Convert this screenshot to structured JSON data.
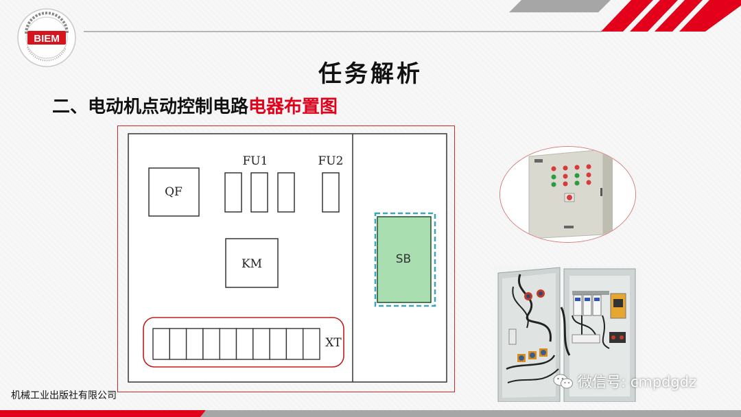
{
  "slide": {
    "title": "任务解析",
    "subtitle_main": "二、电动机点动控制电路",
    "subtitle_highlight": "电器布置图"
  },
  "logo": {
    "text": "BIEM",
    "ring_text": "北京经济管理职业学院",
    "ring_text_en": "BEIJING INSTITUTE OF ECONOMICS AND MANAGEMENT"
  },
  "diagram": {
    "labels": {
      "qf": "QF",
      "fu1": "FU1",
      "fu2": "FU2",
      "km": "KM",
      "sb": "SB",
      "xt": "XT"
    },
    "terminal_count": 10
  },
  "footer": {
    "publisher": "机械工业出版社有限公司"
  },
  "watermark": {
    "label": "微信号: cmpdgdz"
  },
  "colors": {
    "accent_red": "#e2001a",
    "frame_red": "#d02626",
    "sb_fill": "#a8deb0",
    "sb_dashed": "#3aa6b9"
  }
}
